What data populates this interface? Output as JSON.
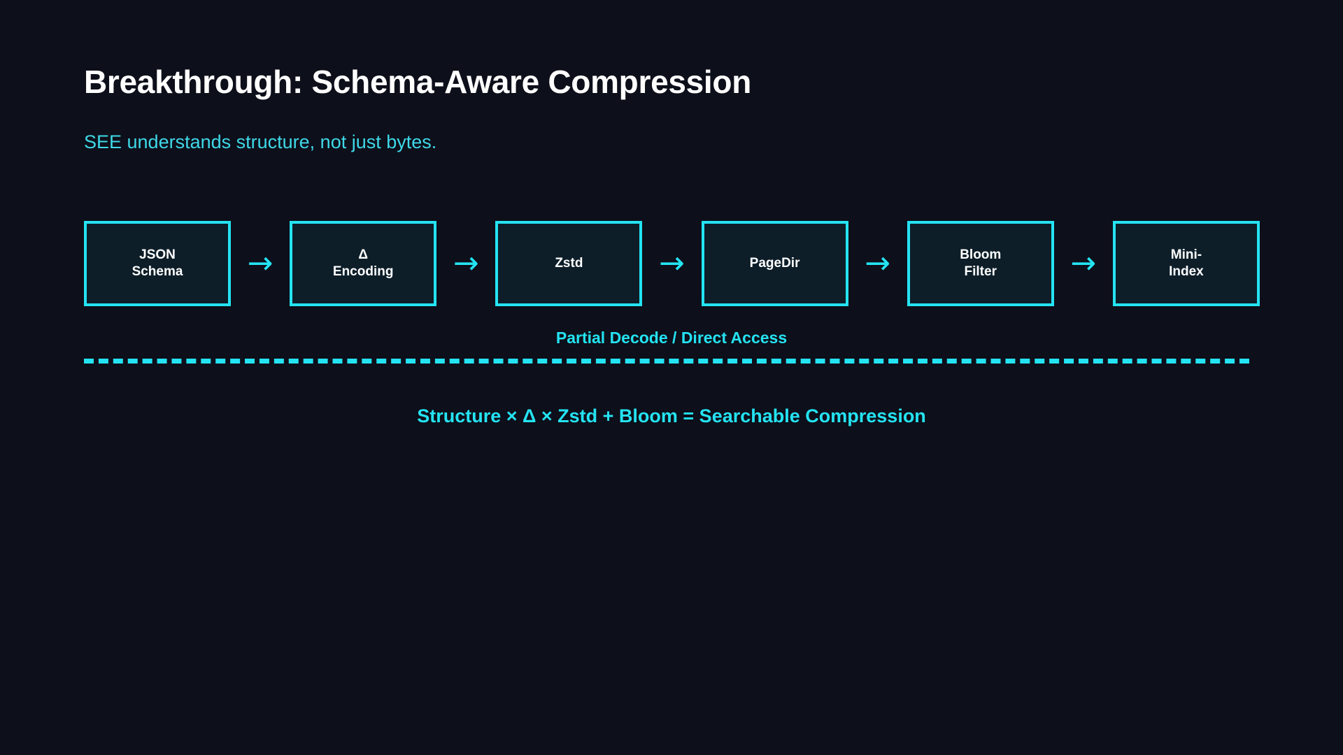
{
  "slide": {
    "title": "Breakthrough: Schema-Aware Compression",
    "subtitle": "SEE understands structure, not just bytes.",
    "pipeline": {
      "arrow_glyph": "→",
      "stages": [
        {
          "label": "JSON\nSchema"
        },
        {
          "label": "Δ\nEncoding"
        },
        {
          "label": "Zstd"
        },
        {
          "label": "PageDir"
        },
        {
          "label": "Bloom\nFilter"
        },
        {
          "label": "Mini-\nIndex"
        }
      ]
    },
    "band_label": "Partial Decode / Direct Access",
    "formula": "Structure × Δ × Zstd + Bloom = Searchable Compression",
    "colors": {
      "background": "#0d0f1a",
      "accent_cyan": "#24e3f2",
      "subtitle_cyan": "#3fd8e8",
      "box_fill": "#0d1e29",
      "text_white": "#ffffff"
    }
  }
}
